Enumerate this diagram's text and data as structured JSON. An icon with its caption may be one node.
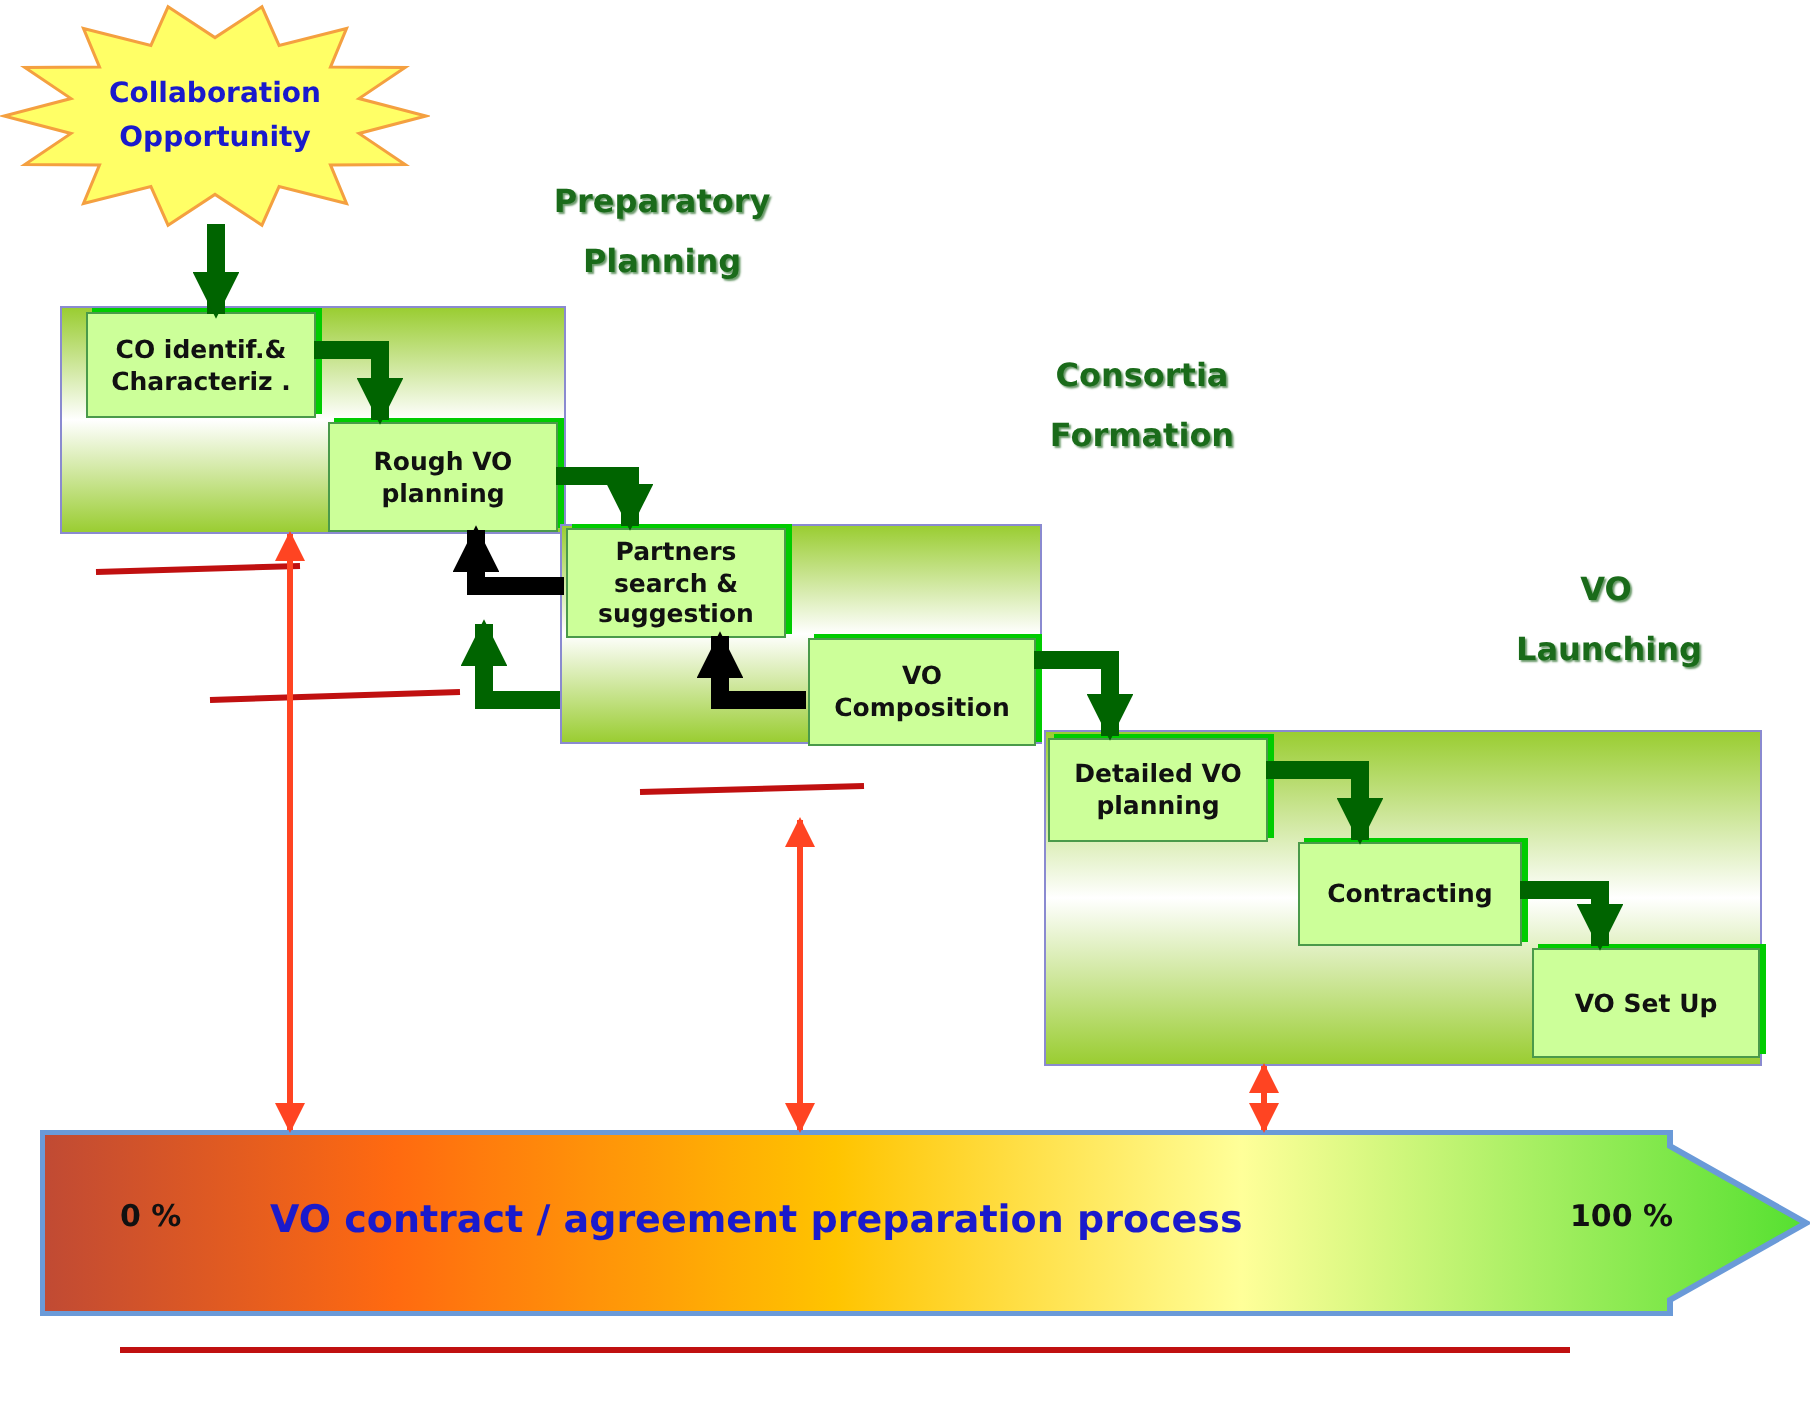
{
  "diagram": {
    "nodes": [
      {
        "text": [
          "Collaboration Opportunity"
        ]
      },
      {
        "text": [
          "Preparatory Planning"
        ]
      },
      {
        "text": [
          "CO identif.& Characteriz ."
        ],
        "in": 1
      },
      {
        "text": [
          "Rough VO planning"
        ],
        "in": 1
      },
      {
        "text": [
          "Consortia Formation"
        ]
      },
      {
        "text": [
          "Partners search & suggestion"
        ],
        "in": 4
      },
      {
        "text": [
          "VO Composition"
        ],
        "in": 4
      },
      {
        "text": [
          "VO Launching"
        ]
      },
      {
        "text": [
          "Detailed VO planning"
        ],
        "in": 7
      },
      {
        "text": [
          "Contracting"
        ],
        "in": 7
      },
      {
        "text": [
          "VO Set Up"
        ],
        "in": 7
      },
      {
        "text": [
          "0 %",
          "VO contract / agreement preparation process",
          "100 %"
        ]
      }
    ],
    "edges": [
      {
        "from": 0,
        "to": 2,
        "arrow": "to"
      },
      {
        "from": 2,
        "to": 3,
        "arrow": "to"
      },
      {
        "from": 3,
        "to": 5,
        "arrow": "to"
      },
      {
        "from": 5,
        "to": 3,
        "arrow": "to",
        "color": "#000000"
      },
      {
        "from": 6,
        "to": 5,
        "arrow": "to",
        "color": "#000000"
      },
      {
        "from": 4,
        "to": null,
        "arrow": "to"
      },
      {
        "from": 6,
        "to": 8,
        "arrow": "to"
      },
      {
        "from": 8,
        "to": 9,
        "arrow": "to"
      },
      {
        "from": 9,
        "to": 10,
        "arrow": "to"
      },
      {
        "from": 11,
        "to": 1,
        "arrow": "both",
        "color": "#ff4422"
      },
      {
        "from": 11,
        "to": null,
        "arrow": "both",
        "color": "#ff4422"
      },
      {
        "from": 11,
        "to": 7,
        "arrow": "both",
        "color": "#ff4422"
      }
    ]
  }
}
